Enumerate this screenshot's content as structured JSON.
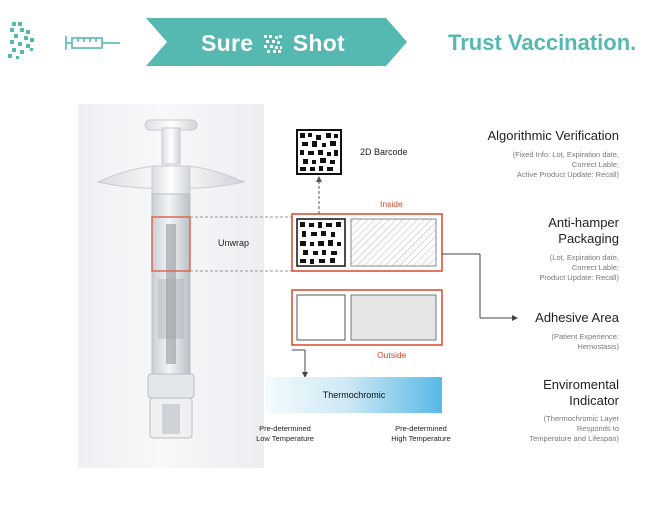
{
  "header": {
    "brand_left": "Sure",
    "brand_right": "Shot",
    "tagline": "Trust Vaccination.",
    "qr_icon": "qr-code-icon",
    "syringe_icon": "syringe-icon"
  },
  "labels": {
    "barcode_2d": "2D Barcode",
    "inside": "Inside",
    "outside": "Outside",
    "unwrap": "Unwrap",
    "thermochromic": "Thermochromic",
    "low_temp_line1": "Pre-determined",
    "low_temp_line2": "Low Temperature",
    "high_temp_line1": "Pre-determined",
    "high_temp_line2": "High Temperature"
  },
  "features": [
    {
      "title": [
        "Algorithmic Verification"
      ],
      "details": [
        "(Fixed Info: Lot, Expiration date,",
        "Correct Lable;",
        "Active Product Update: Recall)"
      ]
    },
    {
      "title": [
        "Anti-hamper",
        "Packaging"
      ],
      "details": [
        "(Lot, Expiration date,",
        "Correct Lable;",
        "Product Update: Recall)"
      ]
    },
    {
      "title": [
        "Adhesive Area"
      ],
      "details": [
        "(Patient Experience:",
        "Hemostasis)"
      ]
    },
    {
      "title": [
        "Enviromental",
        "Indicator"
      ],
      "details": [
        "(Thermochromic Layer",
        "Responds to",
        "Temperature and Lifespan)"
      ]
    }
  ],
  "colors": {
    "teal": "#55b9b2",
    "accent_red": "#d9472b",
    "thermo_cold": "#f4fbfd",
    "thermo_hot": "#58b9e6"
  }
}
